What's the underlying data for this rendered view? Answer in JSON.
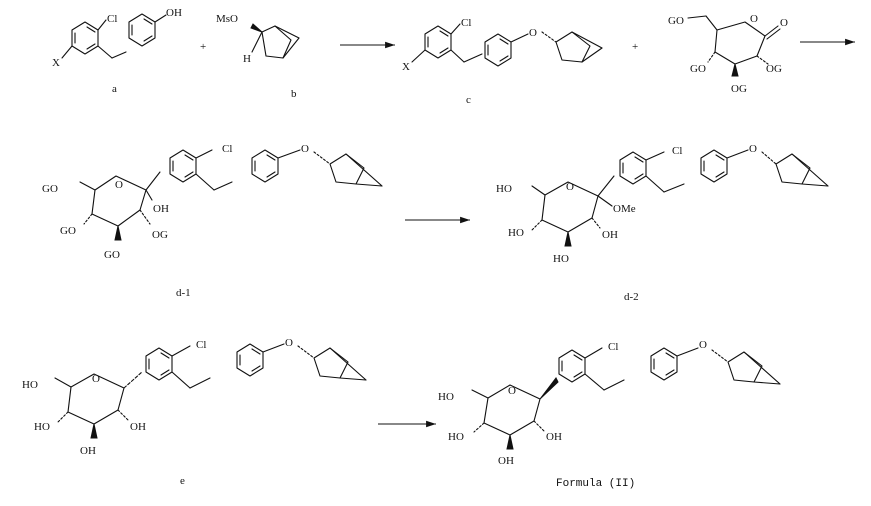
{
  "compounds": {
    "a": {
      "label": "a",
      "x": "X",
      "cl": "Cl",
      "oh": "OH"
    },
    "b": {
      "label": "b",
      "mso": "MsO",
      "h": "H"
    },
    "c": {
      "label": "c",
      "x": "X",
      "cl": "Cl",
      "o": "O"
    },
    "lactone": {
      "go_top": "GO",
      "o_ring": "O",
      "o_co": "O",
      "go_l": "GO",
      "og_r": "OG",
      "og_b": "OG"
    },
    "d1": {
      "label": "d-1",
      "cl": "Cl",
      "o": "O",
      "go_top": "GO",
      "o_ring": "O",
      "oh": "OH",
      "go_l": "GO",
      "og_r": "OG",
      "go_b": "GO"
    },
    "d2": {
      "label": "d-2",
      "cl": "Cl",
      "o": "O",
      "ho_top": "HO",
      "o_ring": "O",
      "ome": "OMe",
      "ho_l": "HO",
      "oh_r": "OH",
      "ho_b": "HO"
    },
    "e": {
      "label": "e",
      "cl": "Cl",
      "o": "O",
      "ho_top": "HO",
      "o_ring": "O",
      "ho_l": "HO",
      "oh_r": "OH",
      "oh_b": "OH"
    },
    "final": {
      "label": "Formula (II)",
      "cl": "Cl",
      "o": "O",
      "ho_top": "HO",
      "o_ring": "O",
      "ho_l": "HO",
      "oh_r": "OH",
      "oh_b": "OH"
    }
  },
  "operators": {
    "plus1": "+",
    "plus2": "+"
  }
}
